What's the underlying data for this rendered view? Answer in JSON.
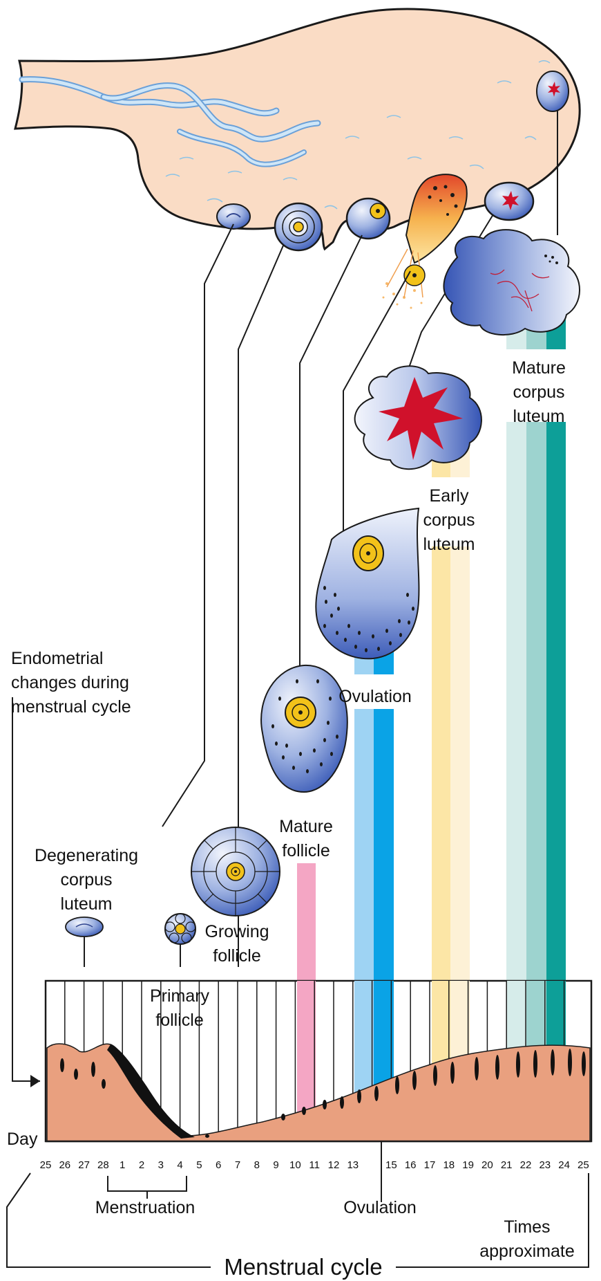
{
  "labels": {
    "endometrial": "Endometrial\nchanges during\nmenstrual cycle",
    "degenerating": "Degenerating\ncorpus\nluteum",
    "primary": "Primary\nfollicle",
    "growing": "Growing\nfollicle",
    "mature_follicle": "Mature\nfollicle",
    "ovulation_top": "Ovulation",
    "early_cl": "Early\ncorpus\nluteum",
    "mature_cl": "Mature\ncorpus\nluteum",
    "day": "Day",
    "menstruation": "Menstruation",
    "ovulation_bottom": "Ovulation",
    "times": "Times\napproximate",
    "cycle": "Menstrual cycle"
  },
  "days": [
    "25",
    "26",
    "27",
    "28",
    "1",
    "2",
    "3",
    "4",
    "5",
    "6",
    "7",
    "8",
    "9",
    "10",
    "11",
    "12",
    "13",
    "",
    "15",
    "16",
    "17",
    "18",
    "19",
    "20",
    "21",
    "22",
    "23",
    "24",
    "25"
  ],
  "colors": {
    "ovary": "#fadcc5",
    "endometrium": "#e9a07f",
    "follicle_blue": "#4f6fc0",
    "follicle_light": "#dfe6f7",
    "egg_yellow": "#f2c21a",
    "cl_red": "#d0112b",
    "pink_band": "#f4a6c4",
    "blue_light": "#9ed3f3",
    "blue_dark": "#0aa3e6",
    "yellow_light": "#fce6a6",
    "yellow_pale": "#fdf1d6",
    "teal_pale": "#d6ecea",
    "teal_mid": "#9dd3cf",
    "teal_dark": "#0d9f98"
  }
}
